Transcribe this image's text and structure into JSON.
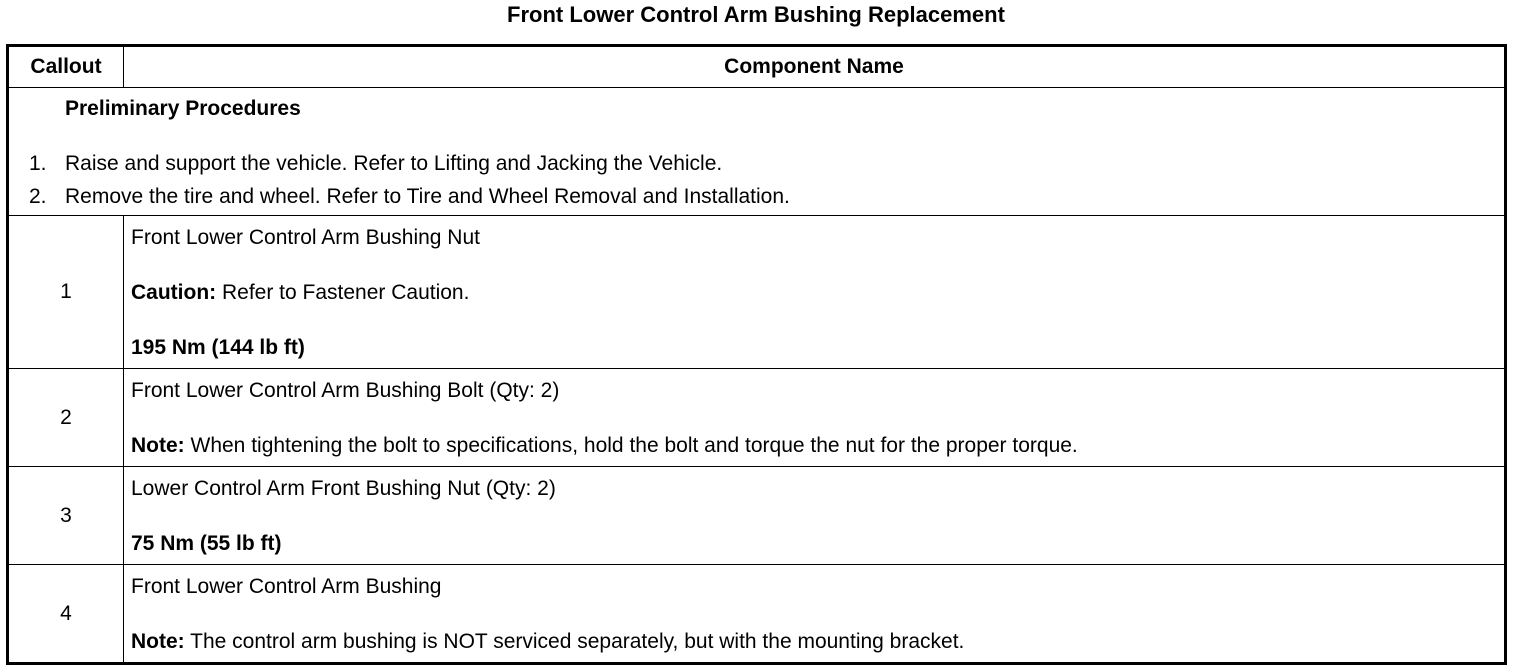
{
  "title": "Front Lower Control Arm Bushing Replacement",
  "table": {
    "headers": {
      "callout": "Callout",
      "component": "Component Name"
    },
    "preliminary": {
      "heading": "Preliminary Procedures",
      "steps": [
        {
          "num": "1.",
          "text": "Raise and support the vehicle. Refer to Lifting and Jacking the Vehicle."
        },
        {
          "num": "2.",
          "text": "Remove the tire and wheel. Refer to Tire and Wheel Removal and Installation."
        }
      ]
    },
    "rows": [
      {
        "callout": "1",
        "name": "Front Lower Control Arm Bushing Nut",
        "caution_label": "Caution:",
        "caution_text": " Refer to Fastener Caution.",
        "torque": "195 Nm (144 lb ft)"
      },
      {
        "callout": "2",
        "name": "Front Lower Control Arm Bushing Bolt (Qty: 2)",
        "note_label": "Note:",
        "note_text": " When tightening the bolt to specifications, hold the bolt and torque the nut for the proper torque."
      },
      {
        "callout": "3",
        "name": "Lower Control Arm Front Bushing Nut (Qty: 2)",
        "torque": "75 Nm (55 lb ft)"
      },
      {
        "callout": "4",
        "name": "Front Lower Control Arm Bushing",
        "note_label": "Note:",
        "note_text": " The control arm bushing is NOT serviced separately, but with the mounting bracket."
      }
    ]
  }
}
